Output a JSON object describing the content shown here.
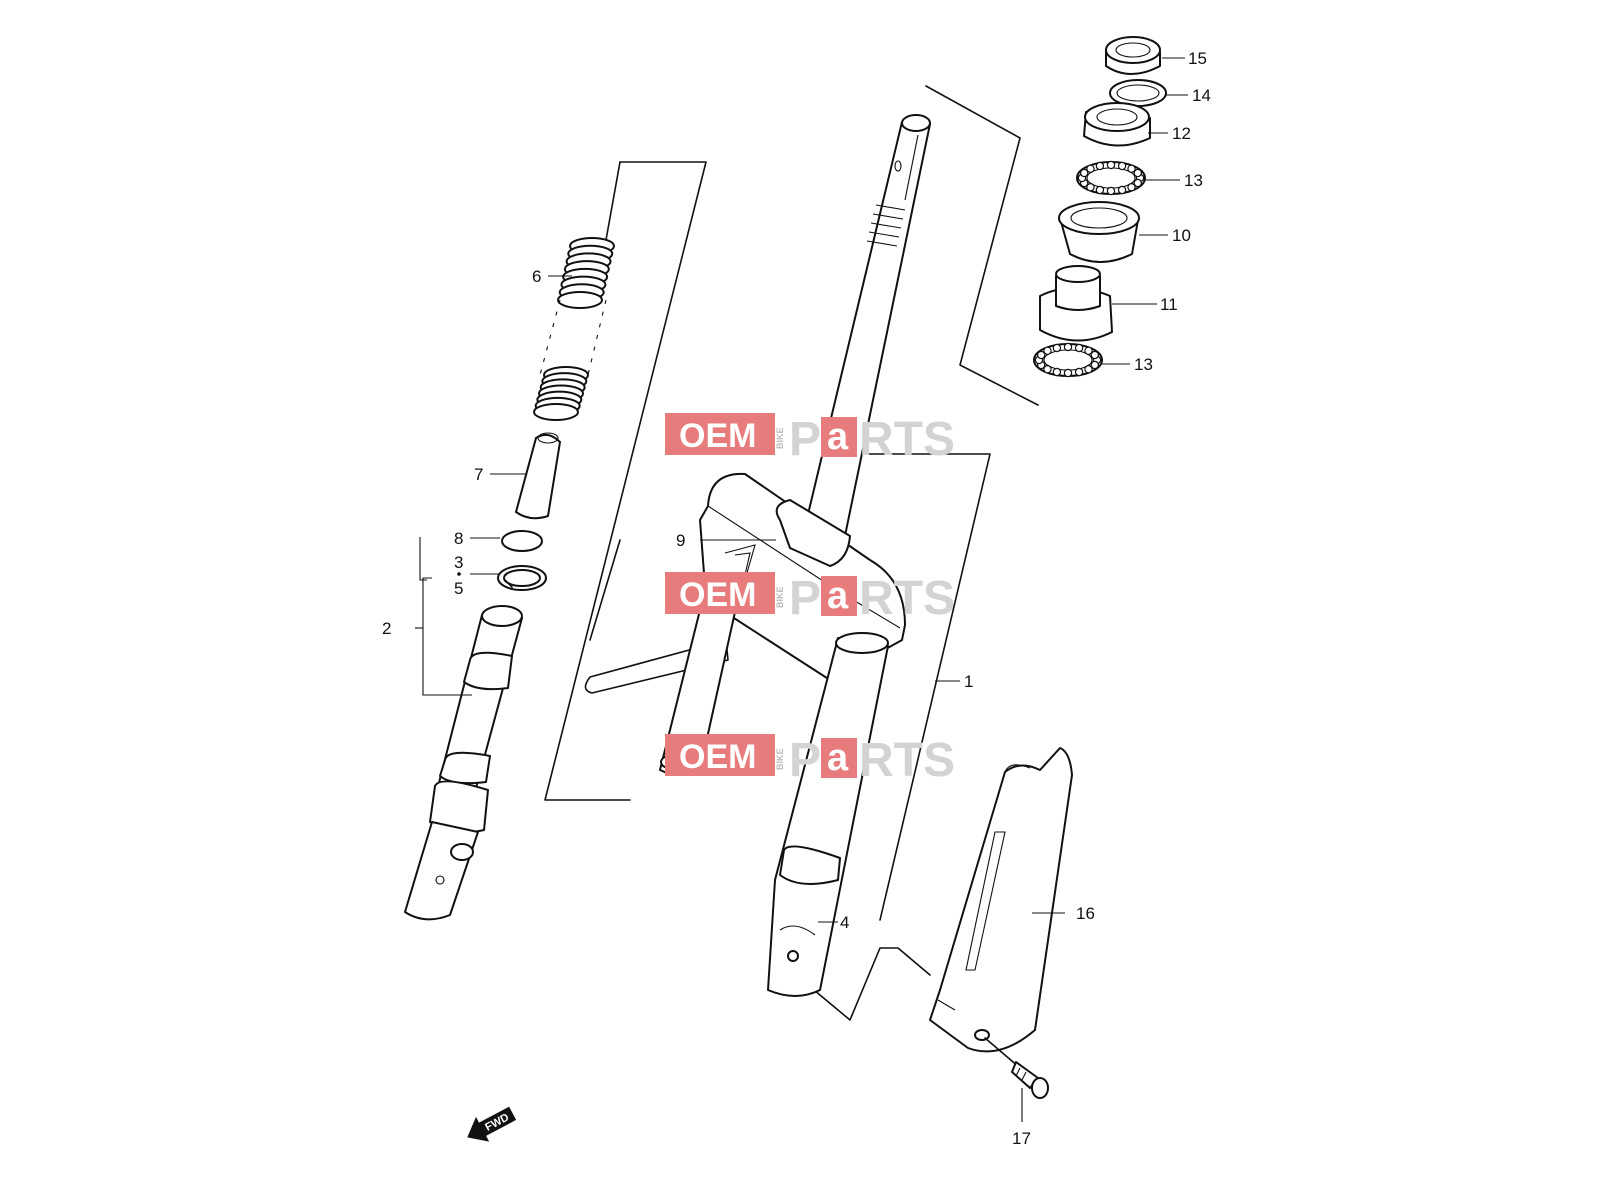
{
  "diagram": {
    "callouts": [
      {
        "id": "c15",
        "label": "15"
      },
      {
        "id": "c14",
        "label": "14"
      },
      {
        "id": "c12",
        "label": "12"
      },
      {
        "id": "c13a",
        "label": "13"
      },
      {
        "id": "c10",
        "label": "10"
      },
      {
        "id": "c11",
        "label": "11"
      },
      {
        "id": "c13b",
        "label": "13"
      },
      {
        "id": "c6",
        "label": "6"
      },
      {
        "id": "c7",
        "label": "7"
      },
      {
        "id": "c8",
        "label": "8"
      },
      {
        "id": "c3",
        "label": "3"
      },
      {
        "id": "c5",
        "label": "5"
      },
      {
        "id": "c2",
        "label": "2"
      },
      {
        "id": "c9",
        "label": "9"
      },
      {
        "id": "c1",
        "label": "1"
      },
      {
        "id": "c4",
        "label": "4"
      },
      {
        "id": "c16",
        "label": "16"
      },
      {
        "id": "c17",
        "label": "17"
      }
    ],
    "direction_marker": {
      "text": "FWD",
      "icon": "fwd-arrow-icon"
    }
  },
  "watermark": {
    "oem": "OEM",
    "bike": "BIKE",
    "p": "P",
    "a": "a",
    "rts": "RTS",
    "colors": {
      "red": "#e87b7b",
      "gray": "#d3d3d3"
    }
  }
}
